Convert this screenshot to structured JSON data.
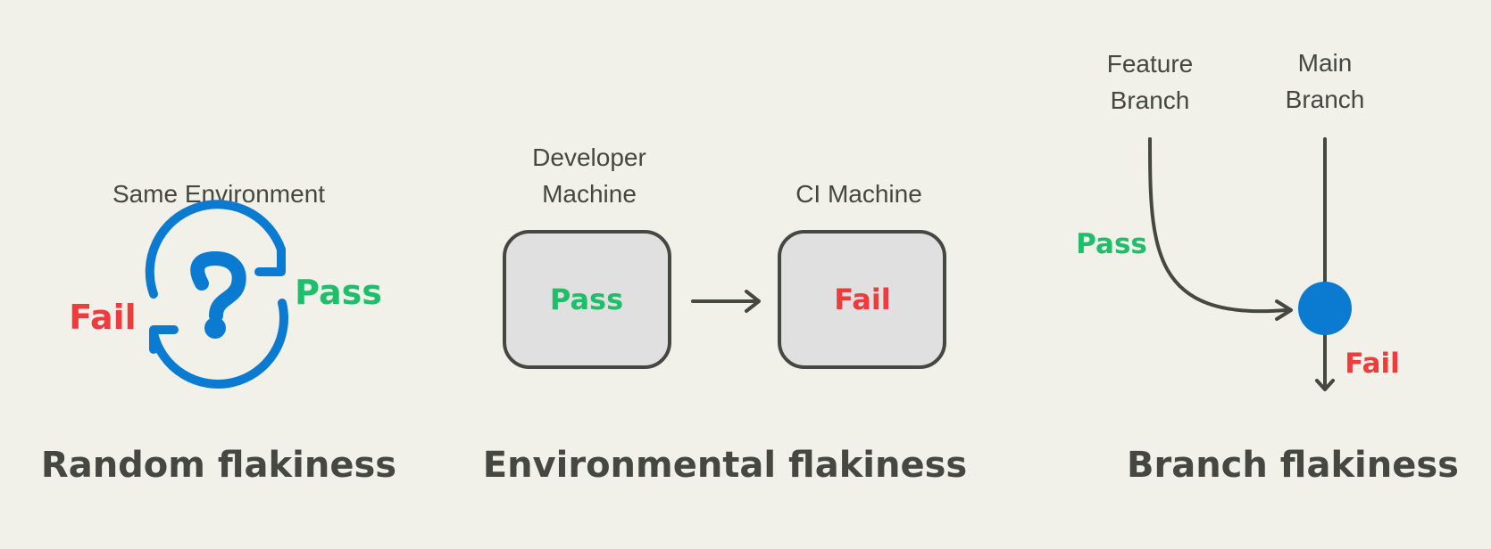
{
  "colors": {
    "background": "#f1f0e9",
    "ink": "#444841",
    "pass": "#1ebe6a",
    "fail": "#ef3b3b",
    "accent": "#0b7bd2",
    "box_fill": "#e0e0e0"
  },
  "panels": {
    "random": {
      "title": "Random flakiness",
      "env_label": "Same Environment",
      "fail_label": "Fail",
      "pass_label": "Pass",
      "icon": "cycle-question-icon"
    },
    "environmental": {
      "title": "Environmental flakiness",
      "dev_label_line1": "Developer",
      "dev_label_line2": "Machine",
      "dev_result": "Pass",
      "ci_label": "CI Machine",
      "ci_result": "Fail"
    },
    "branch": {
      "title": "Branch flakiness",
      "feature_line1": "Feature",
      "feature_line2": "Branch",
      "main_line1": "Main",
      "main_line2": "Branch",
      "pass_label": "Pass",
      "fail_label": "Fail"
    }
  }
}
